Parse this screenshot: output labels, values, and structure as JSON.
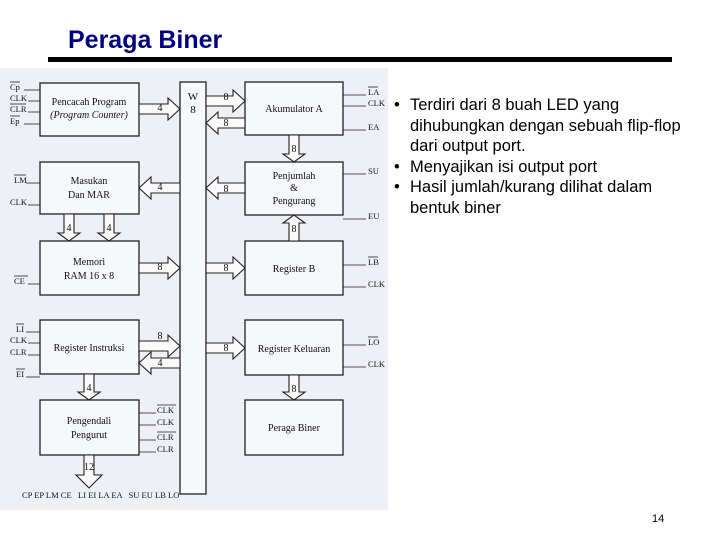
{
  "title": "Peraga Biner",
  "bullets": [
    "Terdiri dari 8 buah LED yang dihubungkan dengan sebuah flip-flop dari output port.",
    "Menyajikan isi output port",
    "Hasil jumlah/kurang dilihat dalam bentuk biner"
  ],
  "page_number": "14",
  "diagram": {
    "bus": "W",
    "bus_width": "8",
    "blocks": {
      "pc": [
        "Pencacah Program",
        "(Program Counter)"
      ],
      "mar": [
        "Masukan",
        "Dan MAR"
      ],
      "ram": [
        "Memori",
        "RAM 16 x 8"
      ],
      "ir": "Register Instruksi",
      "ctrl": [
        "Pengendali",
        "Pengurut"
      ],
      "acc": "Akumulator A",
      "alu": [
        "Penjumlah",
        "&",
        "Pengurang"
      ],
      "regb": "Register B",
      "out": "Register Keluaran",
      "display": "Peraga Biner"
    },
    "pc_signals": [
      "Cp",
      "CLK",
      "CLR",
      "Ep"
    ],
    "mar_signals": [
      "LM",
      "CLK"
    ],
    "ram_signal": "CE",
    "ir_signals": [
      "LI",
      "CLK",
      "CLR",
      "EI"
    ],
    "ctrl_signals": [
      "CLK",
      "CLK",
      "CLR",
      "CLR"
    ],
    "acc_signals": [
      "LA",
      "CLK",
      "EA"
    ],
    "alu_signals": [
      "SU",
      "EU"
    ],
    "regb_signals": [
      "LB",
      "CLK"
    ],
    "out_signals": [
      "LO",
      "CLK"
    ],
    "bottom_signals": "CP EP LM CE   LI EI LA EA   SU EU LB LO",
    "widths": {
      "pc_bus": "4",
      "bus_acc": "8",
      "acc_bus": "8",
      "acc_alu": "8",
      "bus_mar": "4",
      "alu_bus": "8",
      "alu_regb": "8",
      "mar_ram_1": "4",
      "mar_ram_2": "4",
      "bus_ram": "8",
      "bus_regb": "8",
      "bus_ir": "8",
      "ir_bus": "4",
      "bus_out": "8",
      "ir_ctrl": "4",
      "out_disp": "8",
      "ctrl_out": "12"
    }
  }
}
